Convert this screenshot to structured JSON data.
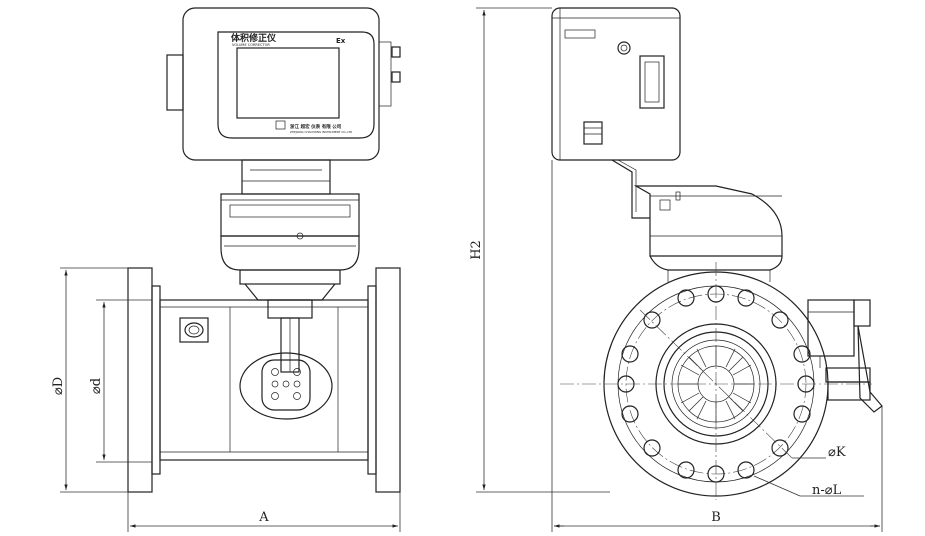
{
  "device_panel": {
    "title": "体积修正仪",
    "subtitle": "VOLUME CORRECTOR",
    "badge": "Ex",
    "maker": "浙江 超宏 仪表 有限 公司",
    "maker_en": "ZHEJIANG CHAOHONG INSTRUMENT CO.,LTD"
  },
  "dimensions": {
    "flange_outer_diameter": "⌀D",
    "bore_diameter": "⌀d",
    "length": "A",
    "height": "H2",
    "width": "B",
    "bolt_circle": "⌀K",
    "bolt_holes": "n-⌀L"
  }
}
